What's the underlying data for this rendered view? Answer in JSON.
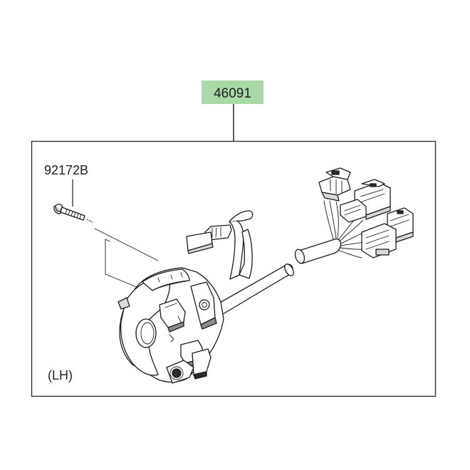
{
  "parts": {
    "main_assembly": {
      "number": "46091",
      "highlight_color": "#a9d8a9"
    },
    "bolt": {
      "number": "92172B"
    },
    "side_note": "(LH)"
  },
  "colors": {
    "line": "#1c1c1c",
    "frame": "#333333",
    "background": "#ffffff"
  }
}
